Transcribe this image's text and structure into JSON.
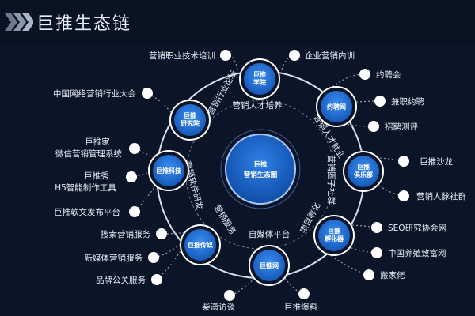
{
  "header": {
    "title": "巨推生态链"
  },
  "center": {
    "line1": "巨推",
    "line2": "营销生态圈"
  },
  "ring_labels": [
    {
      "text": "营销人才培养"
    },
    {
      "text": "营销人才就业"
    },
    {
      "text": "营销圈子社群"
    },
    {
      "text": "项目孵化"
    },
    {
      "text": "自媒体平台"
    },
    {
      "text": "营销服务"
    },
    {
      "text": "营销软件研发"
    },
    {
      "text": "营销行业论坛"
    }
  ],
  "nodes": [
    {
      "line1": "巨推",
      "line2": "学院",
      "satellites": [
        {
          "text": "营销职业技术培训"
        },
        {
          "text": "企业营销内训"
        }
      ]
    },
    {
      "line1": "约聘网",
      "line2": "",
      "satellites": [
        {
          "text": "约聘会"
        },
        {
          "text": "兼职约聘"
        },
        {
          "text": "招聘测评"
        }
      ]
    },
    {
      "line1": "巨推",
      "line2": "俱乐部",
      "satellites": [
        {
          "text": "巨推沙龙"
        },
        {
          "text": "营销人脉社群"
        }
      ]
    },
    {
      "line1": "巨推",
      "line2": "孵化器",
      "satellites": [
        {
          "text": "SEO研究协会网"
        },
        {
          "text": "中国养殖致富网"
        },
        {
          "text": "搬家佬"
        }
      ]
    },
    {
      "line1": "巨推网",
      "line2": "",
      "satellites": [
        {
          "text": "巨推爆料"
        },
        {
          "text": "柴潇访谈"
        }
      ]
    },
    {
      "line1": "巨推传媒",
      "line2": "",
      "satellites": [
        {
          "text": "品牌公关服务"
        },
        {
          "text": "新媒体营销服务"
        },
        {
          "text": "搜索营销服务"
        }
      ]
    },
    {
      "line1": "巨推科技",
      "line2": "",
      "satellites": [
        {
          "text": "巨推软文发布平台"
        },
        {
          "text": "巨推秀",
          "text2": "H5智能制作工具"
        },
        {
          "text": "巨推家",
          "text2": "微信营销管理系统"
        }
      ]
    },
    {
      "line1": "巨推",
      "line2": "研究院",
      "satellites": [
        {
          "text": "中国网络营销行业大会"
        }
      ]
    }
  ],
  "colors": {
    "background": "#0b1527",
    "node_fill": "#1f6fd6",
    "node_ring": "#ffffff",
    "line": "#cfd8e6"
  }
}
